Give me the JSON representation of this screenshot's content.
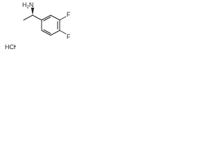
{
  "structure": {
    "amine_label": "NH2",
    "amine_prefix": "H",
    "amine_subscript": "2",
    "amine_N": "N",
    "fluoro_top_label": "F",
    "fluoro_bottom_label": "F",
    "salt_label": "HCl"
  },
  "colors": {
    "bond": "#222222",
    "text": "#222222",
    "background": "#ffffff"
  }
}
